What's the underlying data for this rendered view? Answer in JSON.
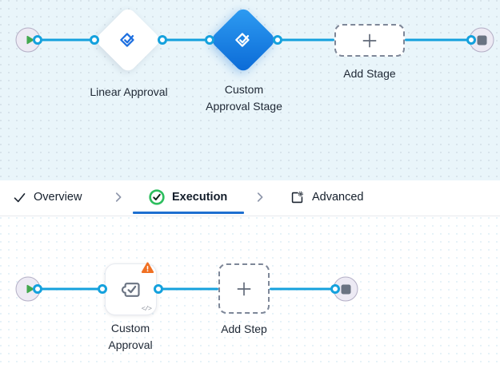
{
  "colors": {
    "flow_line_blue": "#14A1DD",
    "selected_node_blue": "#0C6CD6",
    "active_tab_blue": "#1D6FD0",
    "success_green": "#2DBE5E",
    "warning_orange": "#F07023",
    "play_green": "#43A84F",
    "stop_slate": "#6A7382",
    "stage_canvas_bg": "#E9F5FA",
    "step_canvas_bg": "#FFFFFF"
  },
  "stage_flow": {
    "start": {
      "icon": "play-icon"
    },
    "linear_approval": {
      "label": "Linear Approval",
      "icon": "approval-check-icon",
      "selected": false
    },
    "custom_approval_stage": {
      "label": "Custom\nApproval Stage",
      "icon": "approval-check-icon",
      "selected": true
    },
    "add_stage": {
      "label": "Add Stage",
      "icon": "plus-icon"
    },
    "end": {
      "icon": "stop-icon"
    }
  },
  "tab_bar": {
    "tabs": [
      {
        "label": "Overview",
        "icon": "check-icon",
        "active": false
      },
      {
        "label": "Execution",
        "icon": "check-circle-icon",
        "active": true
      },
      {
        "label": "Advanced",
        "icon": "page-gear-icon",
        "active": false
      }
    ]
  },
  "step_flow": {
    "start": {
      "icon": "play-icon"
    },
    "custom_approval": {
      "label": "Custom\nApproval",
      "badge_icon": "warning-icon",
      "code_glyph": "</>"
    },
    "add_step": {
      "label": "Add Step",
      "icon": "plus-icon"
    },
    "end": {
      "icon": "stop-icon"
    }
  }
}
